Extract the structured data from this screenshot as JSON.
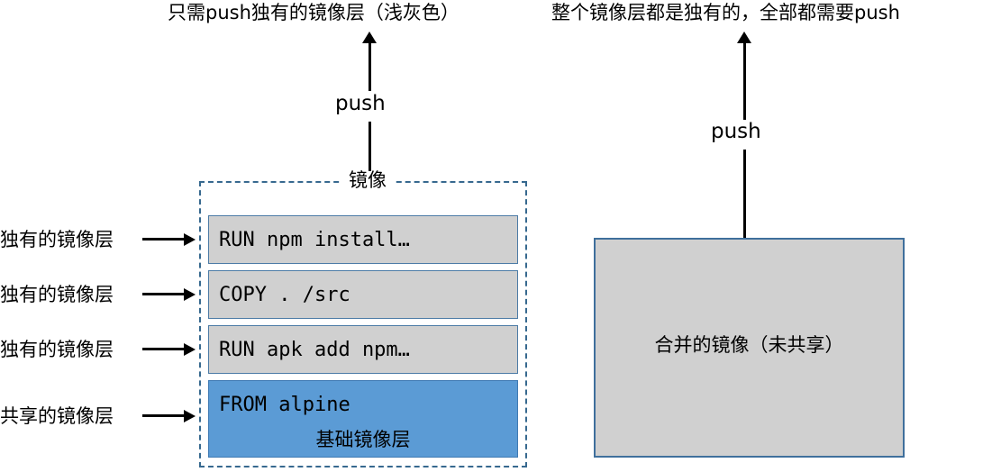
{
  "titles": {
    "left": "只需push独有的镜像层（浅灰色）",
    "right": "整个镜像层都是独有的，全部都需要push"
  },
  "arrows": {
    "left_push_label": "push",
    "right_push_label": "push"
  },
  "left_diagram": {
    "group_label": "镜像",
    "layers": [
      {
        "text": "RUN npm install…",
        "side_label": "独有的镜像层",
        "kind": "unique"
      },
      {
        "text": "COPY . /src",
        "side_label": "独有的镜像层",
        "kind": "unique"
      },
      {
        "text": "RUN apk add npm…",
        "side_label": "独有的镜像层",
        "kind": "unique"
      },
      {
        "text": "FROM alpine",
        "side_label": "共享的镜像层",
        "kind": "base",
        "sublabel": "基础镜像层"
      }
    ]
  },
  "right_diagram": {
    "box_label": "合并的镜像（未共享）"
  },
  "colors": {
    "unique_layer_fill": "#d0d0d0",
    "base_layer_fill": "#5b9bd5",
    "layer_border": "#4c7ba6",
    "dashed_border": "#37698f",
    "merged_box_fill": "#d0d0d0",
    "merged_box_border": "#3f6f9c",
    "arrow": "#000000",
    "background": "#ffffff"
  }
}
